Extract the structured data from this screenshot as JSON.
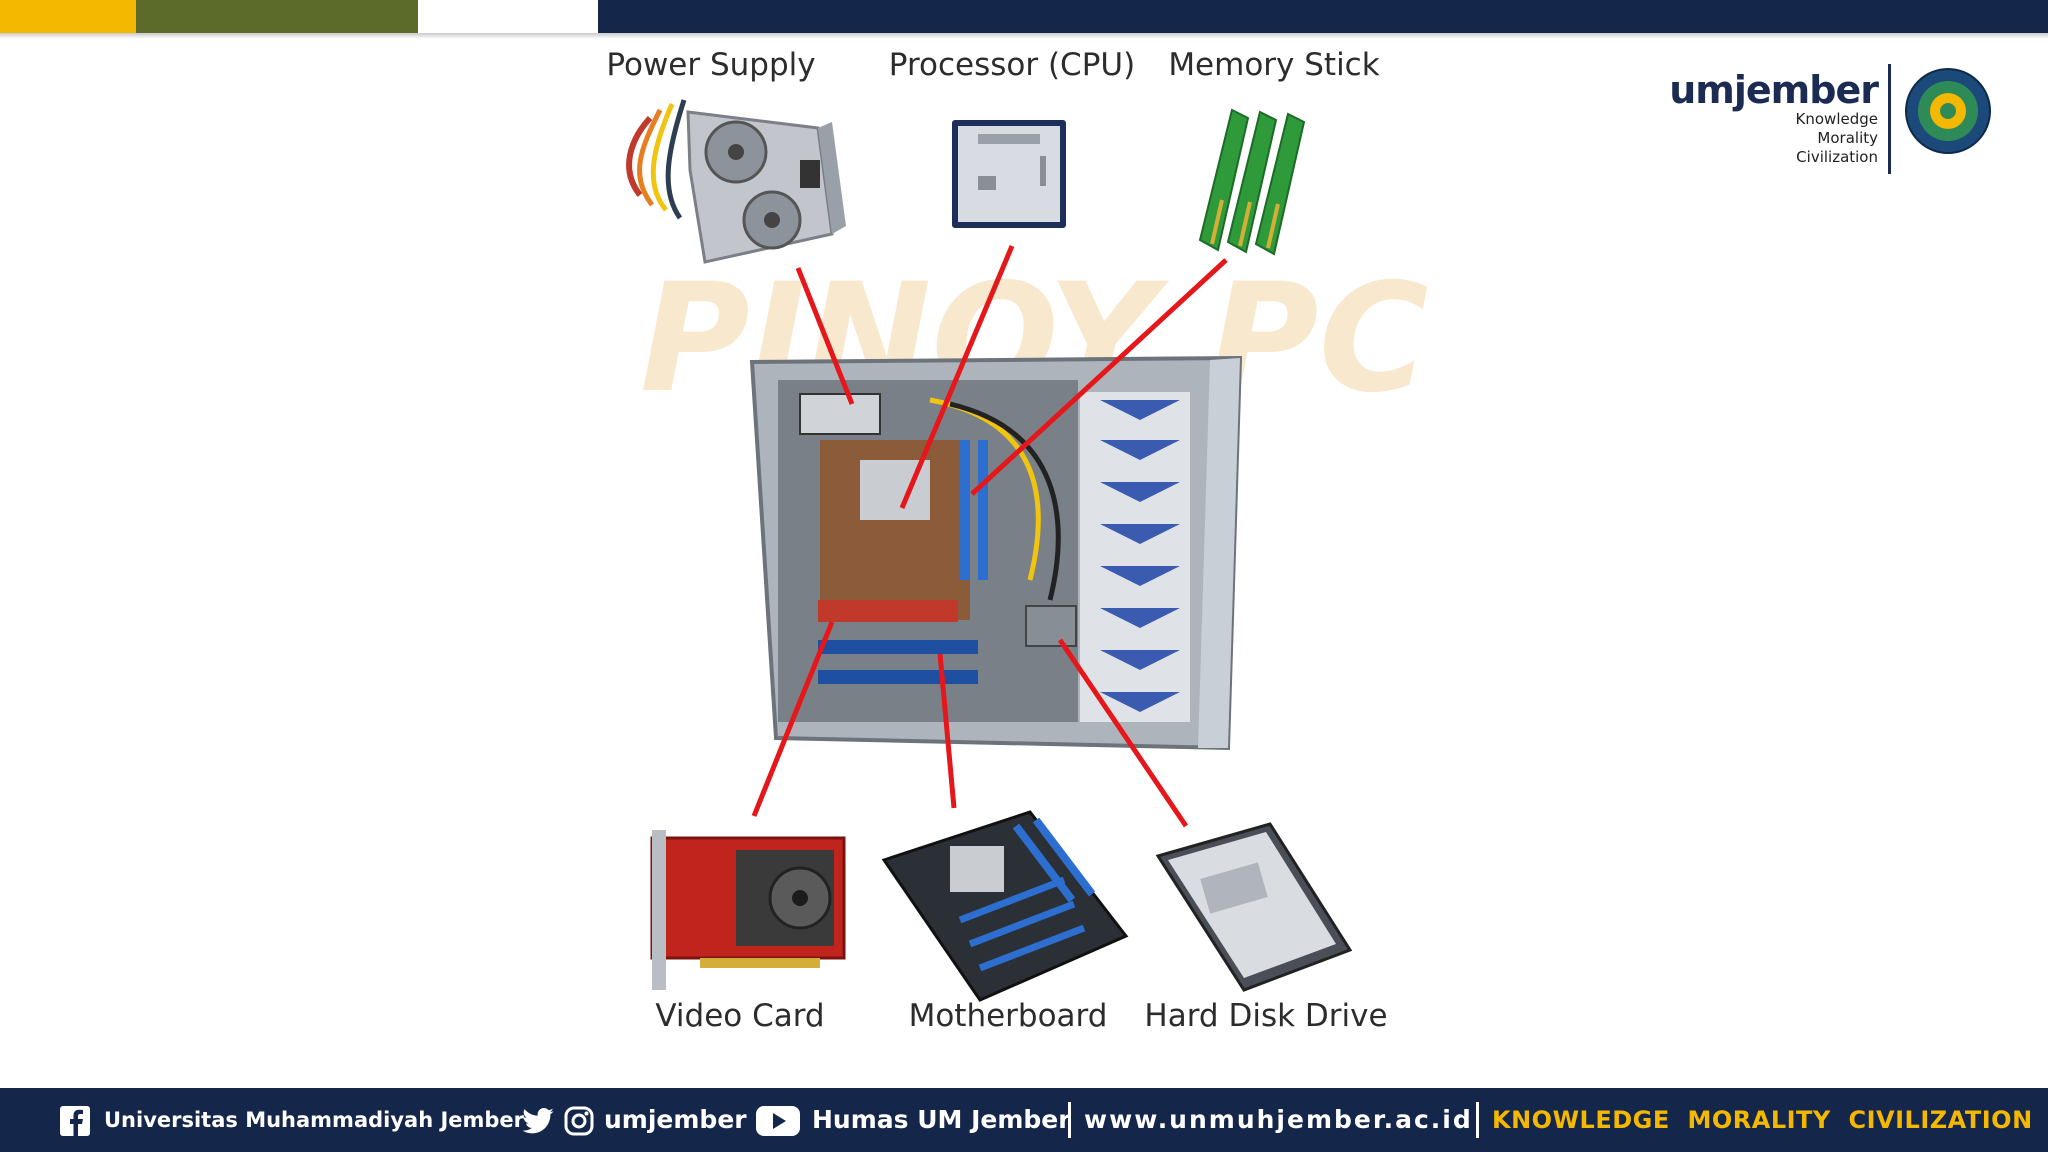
{
  "labels": {
    "power_supply": "Power Supply",
    "processor": "Processor (CPU)",
    "memory": "Memory Stick",
    "video_card": "Video Card",
    "motherboard": "Motherboard",
    "hdd": "Hard Disk Drive"
  },
  "watermark": "PINOY PC",
  "logo": {
    "wordmark": "umjember",
    "tagline": [
      "Knowledge",
      "Morality",
      "Civilization"
    ]
  },
  "footer": {
    "facebook": "Universitas Muhammadiyah Jember",
    "social_handle": "umjember",
    "youtube": "Humas UM Jember",
    "website": "www.unmuhjember.ac.id",
    "motto": "KNOWLEDGE  MORALITY  CIVILIZATION"
  },
  "colors": {
    "navy": "#14264a",
    "gold": "#f5b800",
    "olive": "#5c6b2a",
    "pointer_red": "#e5171b"
  },
  "icons": [
    "facebook-icon",
    "twitter-icon",
    "instagram-icon",
    "youtube-icon",
    "seal-icon"
  ]
}
